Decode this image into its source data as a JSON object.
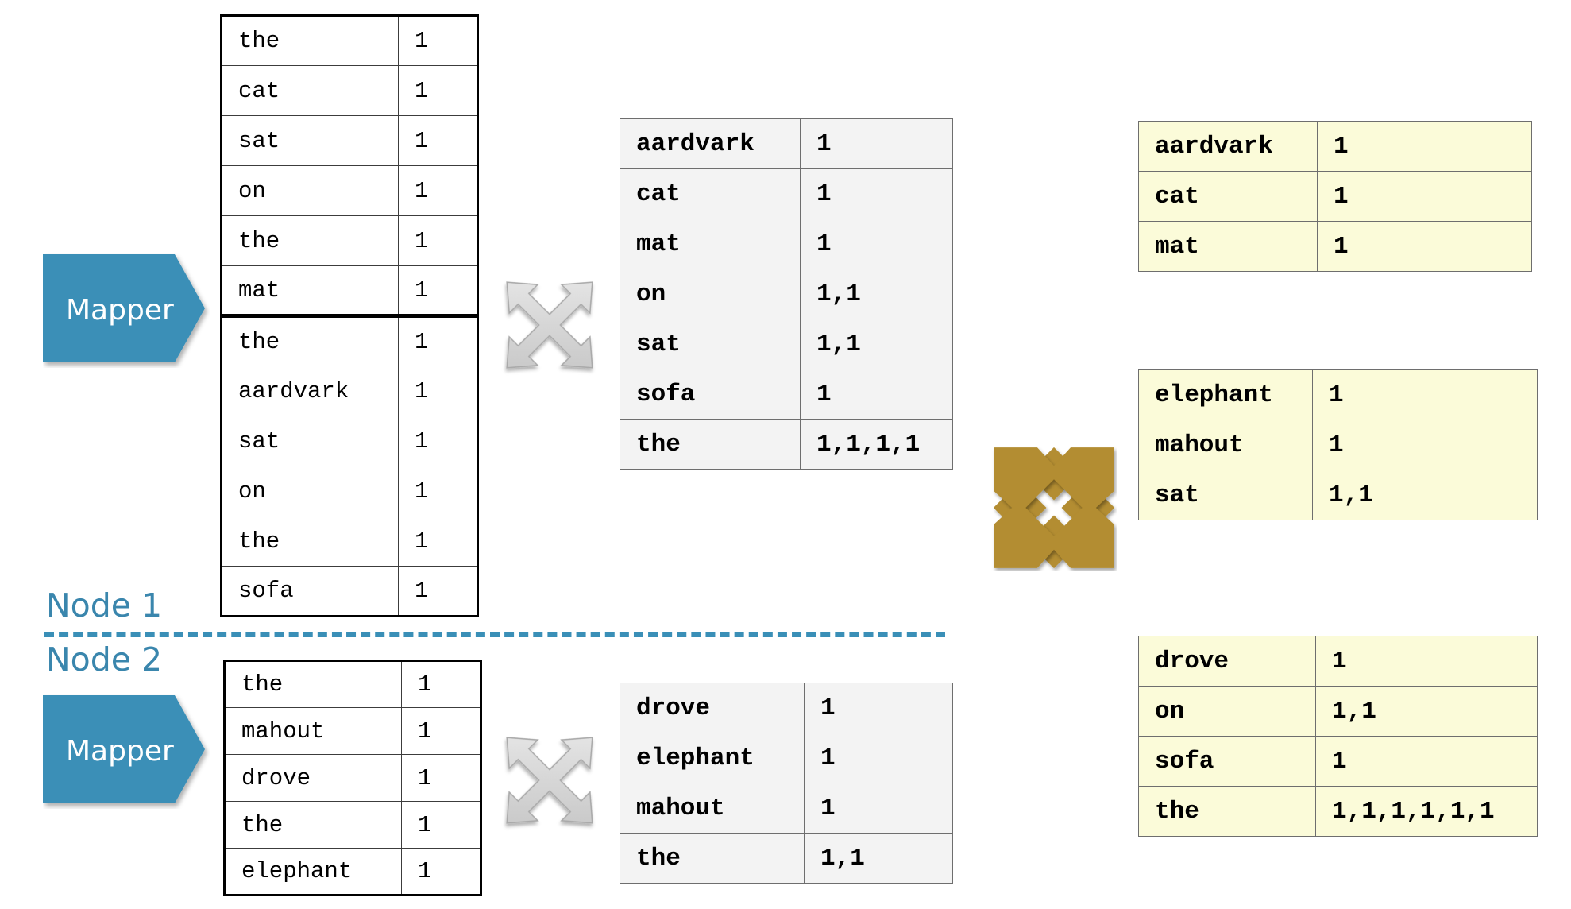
{
  "node_labels": {
    "node1": "Node 1",
    "node2": "Node 2"
  },
  "mappers": {
    "node1_label": "Mapper",
    "node2_label": "Mapper"
  },
  "node1_mapper_output": [
    [
      "the",
      "1"
    ],
    [
      "cat",
      "1"
    ],
    [
      "sat",
      "1"
    ],
    [
      "on",
      "1"
    ],
    [
      "the",
      "1"
    ],
    [
      "mat",
      "1"
    ],
    [
      "the",
      "1"
    ],
    [
      "aardvark",
      "1"
    ],
    [
      "sat",
      "1"
    ],
    [
      "on",
      "1"
    ],
    [
      "the",
      "1"
    ],
    [
      "sofa",
      "1"
    ]
  ],
  "node2_mapper_output": [
    [
      "the",
      "1"
    ],
    [
      "mahout",
      "1"
    ],
    [
      "drove",
      "1"
    ],
    [
      "the",
      "1"
    ],
    [
      "elephant",
      "1"
    ]
  ],
  "node1_sorted": [
    [
      "aardvark",
      "1"
    ],
    [
      "cat",
      "1"
    ],
    [
      "mat",
      "1"
    ],
    [
      "on",
      "1,1"
    ],
    [
      "sat",
      "1,1"
    ],
    [
      "sofa",
      "1"
    ],
    [
      "the",
      "1,1,1,1"
    ]
  ],
  "node2_sorted": [
    [
      "drove",
      "1"
    ],
    [
      "elephant",
      "1"
    ],
    [
      "mahout",
      "1"
    ],
    [
      "the",
      "1,1"
    ]
  ],
  "reducer_groups": [
    [
      [
        "aardvark",
        "1"
      ],
      [
        "cat",
        "1"
      ],
      [
        "mat",
        "1"
      ]
    ],
    [
      [
        "elephant",
        "1"
      ],
      [
        "mahout",
        "1"
      ],
      [
        "sat",
        "1,1"
      ]
    ],
    [
      [
        "drove",
        "1"
      ],
      [
        "on",
        "1,1"
      ],
      [
        "sofa",
        "1"
      ],
      [
        "the",
        "1,1,1,1,1,1"
      ]
    ]
  ],
  "icons": {
    "node1_shuffle": "grey-four-way-arrows-icon",
    "node2_shuffle": "grey-four-way-arrows-icon",
    "global_shuffle": "gold-four-way-arrows-icon"
  },
  "colors": {
    "mapper_fill": "#3a8fb7",
    "divider": "#3a8fb7",
    "node_label": "#3a86ad",
    "sorted_table_bg": "#f3f3f3",
    "reducer_table_bg": "#fbfbd9",
    "gold_arrows": "#b38d30",
    "grey_arrows": "#cfcfcf"
  }
}
